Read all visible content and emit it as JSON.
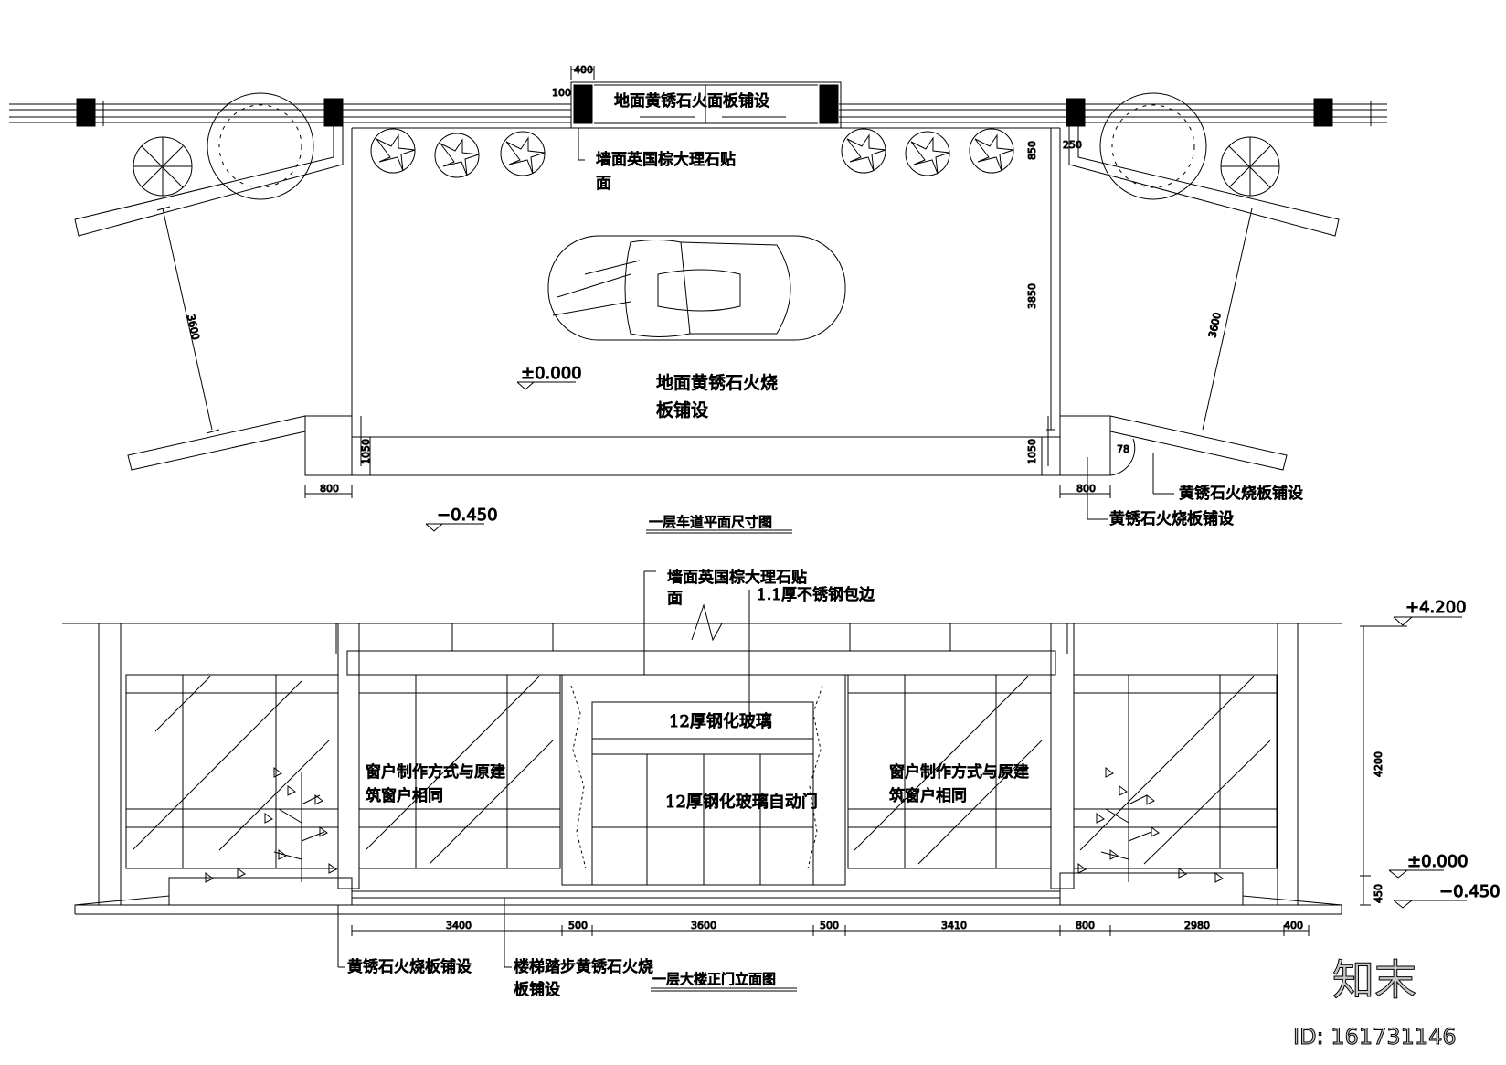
{
  "plan": {
    "top_sign": "地面黄锈石火面板铺设",
    "top_size_400": "400",
    "top_size_100": "100",
    "wall_note_line1": "墙面英国棕大理石贴",
    "wall_note_line2": "面",
    "floor_note_line1": "地面黄锈石火烧",
    "floor_note_line2": "板铺设",
    "level_0": "±0.000",
    "level_m": "−0.450",
    "right_note_1": "黄锈石火烧板铺设",
    "right_note_2": "黄锈石火烧板铺设",
    "dim_850": "850",
    "dim_3850": "3850",
    "dim_1050_left": "1050",
    "dim_1050_right": "1050",
    "dim_800_left": "800",
    "dim_800_right": "800",
    "dim_3600_left": "3600",
    "dim_3600_right": "3600",
    "dim_250": "250",
    "dim_78": "78",
    "title": "一层车道平面尺寸图"
  },
  "elevation": {
    "wall_note_line1": "墙面英国棕大理石贴",
    "wall_note_line2": "面",
    "steel_note": "1.1厚不锈钢包边",
    "glass_top": "12厚钢化玻璃",
    "glass_door": "12厚钢化玻璃自动门",
    "window_left_line1": "窗户制作方式与原建",
    "window_left_line2": "筑窗户相同",
    "window_right_line1": "窗户制作方式与原建",
    "window_right_line2": "筑窗户相同",
    "level_top": "+4.200",
    "level_0": "±0.000",
    "level_m": "−0.450",
    "dim_4200": "4200",
    "dim_450": "450",
    "dims": [
      "3400",
      "500",
      "3600",
      "500",
      "3410",
      "800",
      "2980",
      "400"
    ],
    "note_bottom_1": "黄锈石火烧板铺设",
    "note_bottom_2_line1": "楼梯踏步黄锈石火烧",
    "note_bottom_2_line2": "板铺设",
    "title": "一层大楼正门立面图"
  },
  "watermark": {
    "logo": "知末",
    "id": "ID: 161731146"
  }
}
